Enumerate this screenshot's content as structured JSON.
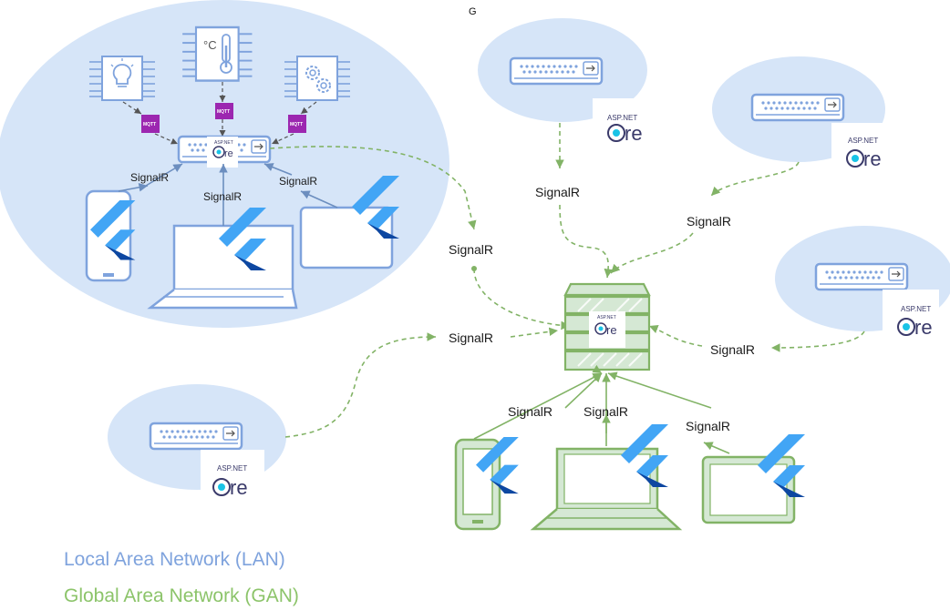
{
  "top_letter": "G",
  "legend": {
    "lan": "Local Area Network (LAN)",
    "gan": "Global Area Network (GAN)"
  },
  "labels": {
    "signalr": "SignalR",
    "mqtt": "MQTT",
    "asp_net": "ASP.NET",
    "core": "Core",
    "temperature": "°C",
    "arrow": "→"
  },
  "colors": {
    "lan_blue": "#7fa3dd",
    "lan_bubble": "#d6e5f8",
    "gan_green": "#82b366",
    "mqtt_purple": "#9c27b0",
    "flutter_light": "#42a5f5",
    "flutter_dark": "#0d47a1",
    "core_cyan": "#19c3e6"
  },
  "icons": [
    "lightbulb-icon",
    "thermometer-icon",
    "gears-icon",
    "router-icon",
    "server-icon",
    "phone-icon",
    "laptop-icon",
    "tablet-icon",
    "flutter-icon",
    "asp-net-core-logo"
  ]
}
